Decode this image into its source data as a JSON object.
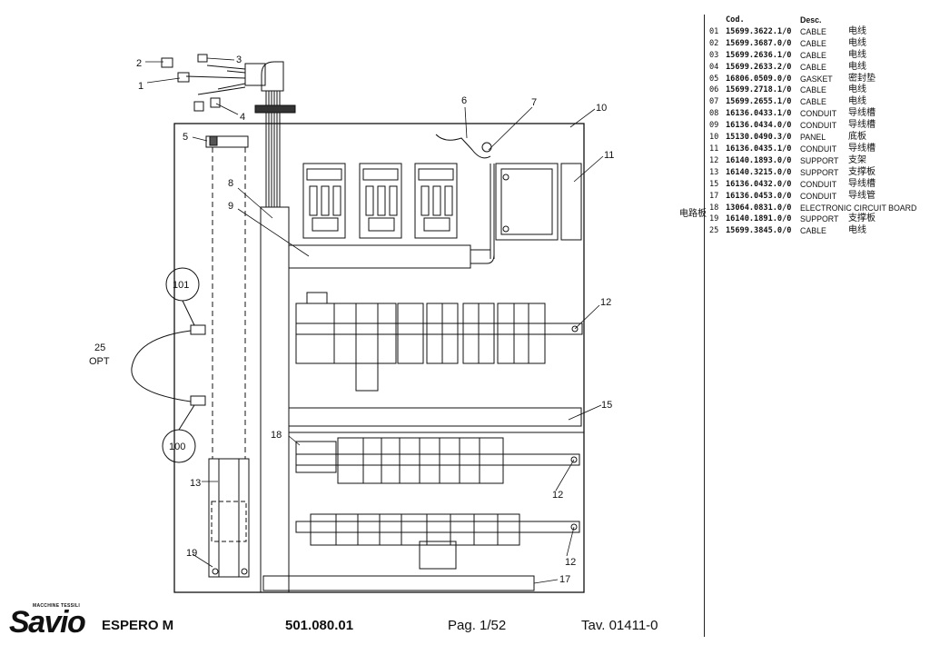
{
  "callouts": {
    "c1": "1",
    "c2": "2",
    "c3": "3",
    "c4": "4",
    "c5": "5",
    "c6": "6",
    "c7": "7",
    "c8": "8",
    "c9": "9",
    "c10": "10",
    "c11": "11",
    "c12a": "12",
    "c12b": "12",
    "c12c": "12",
    "c13": "13",
    "c15": "15",
    "c17": "17",
    "c18": "18",
    "c19": "19",
    "c100": "100",
    "c101": "101",
    "c25": "25",
    "opt": "OPT"
  },
  "parts_table": {
    "header": {
      "code": "Cod.",
      "desc": "Desc."
    },
    "rows": [
      {
        "pos": "01",
        "code": "15699.3622.1/0",
        "desc": "CABLE",
        "cn": "电线"
      },
      {
        "pos": "02",
        "code": "15699.3687.0/0",
        "desc": "CABLE",
        "cn": "电线"
      },
      {
        "pos": "03",
        "code": "15699.2636.1/0",
        "desc": "CABLE",
        "cn": "电线"
      },
      {
        "pos": "04",
        "code": "15699.2633.2/0",
        "desc": "CABLE",
        "cn": "电线"
      },
      {
        "pos": "05",
        "code": "16806.0509.0/0",
        "desc": "GASKET",
        "cn": "密封垫"
      },
      {
        "pos": "06",
        "code": "15699.2718.1/0",
        "desc": "CABLE",
        "cn": "电线"
      },
      {
        "pos": "07",
        "code": "15699.2655.1/0",
        "desc": "CABLE",
        "cn": "电线"
      },
      {
        "pos": "08",
        "code": "16136.0433.1/0",
        "desc": "CONDUIT",
        "cn": "导线槽"
      },
      {
        "pos": "09",
        "code": "16136.0434.0/0",
        "desc": "CONDUIT",
        "cn": "导线槽"
      },
      {
        "pos": "10",
        "code": "15130.0490.3/0",
        "desc": "PANEL",
        "cn": "底板"
      },
      {
        "pos": "11",
        "code": "16136.0435.1/0",
        "desc": "CONDUIT",
        "cn": "导线槽"
      },
      {
        "pos": "12",
        "code": "16140.1893.0/0",
        "desc": "SUPPORT",
        "cn": "支架"
      },
      {
        "pos": "13",
        "code": "16140.3215.0/0",
        "desc": "SUPPORT",
        "cn": "支撑板"
      },
      {
        "pos": "15",
        "code": "16136.0432.0/0",
        "desc": "CONDUIT",
        "cn": "导线槽"
      },
      {
        "pos": "17",
        "code": "16136.0453.0/0",
        "desc": "CONDUIT",
        "cn": "导线管"
      },
      {
        "pos": "18",
        "code": "13064.0831.0/0",
        "desc": "ELECTRONIC CIRCUIT BOARD",
        "cn": ""
      },
      {
        "pos": "19",
        "code": "16140.1891.0/0",
        "desc": "SUPPORT",
        "cn": "支撑板"
      },
      {
        "pos": "25",
        "code": "15699.3845.0/0",
        "desc": "CABLE",
        "cn": "电线"
      }
    ],
    "side_label": "电路板"
  },
  "footer": {
    "logo_tag": "MACCHINE TESSILI",
    "logo_word": "Savio",
    "model": "ESPERO M",
    "drawing_no": "501.080.01",
    "page": "Pag. 1/52",
    "table": "Tav. 01411-0"
  }
}
